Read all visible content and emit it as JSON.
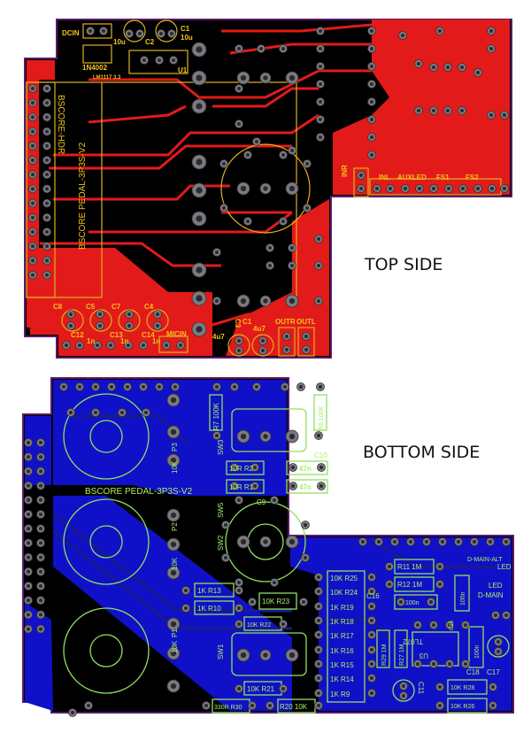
{
  "colors": {
    "top_copper": "#e31a1a",
    "top_board": "#000000",
    "top_silk": "#f2c318",
    "bottom_copper": "#1010c8",
    "bottom_board": "#000000",
    "bottom_silk": "#a8f060",
    "outline": "#5a1a6a",
    "pad": "#7a7a80"
  },
  "top": {
    "side_title": "TOP SIDE",
    "labels": {
      "dcin": "DCIN",
      "c2_val": "10u",
      "c2": "C2",
      "c1": "C1",
      "c1_val": "10u",
      "diode": "1N4002",
      "regulator": "LM1117 3.3",
      "u1": "U1",
      "header": "BSCORE-HDR",
      "board_name": "BSCORE PEDAL-3P3S-V2",
      "c8": "C8",
      "c5": "C5",
      "c7": "C7",
      "c4": "C4",
      "c12": "C12",
      "c13": "C13",
      "c14": "C14",
      "c12_val": "1n",
      "c13_val": "1n",
      "c14_val": "1n",
      "micin": "MICIN",
      "c3_val": "4u7",
      "c3": "C3",
      "c1b": "C1",
      "c1b_val": "4u7",
      "outr": "OUTR",
      "outl": "OUTL",
      "inr": "INR",
      "inl": "INL",
      "auxled": "AUXLED",
      "fs1": "FS1",
      "fs2": "FS2"
    }
  },
  "bottom": {
    "side_title": "BOTTOM SIDE",
    "labels": {
      "r7": "R7 100K",
      "r8": "R8 100K",
      "sw3": "SW3",
      "c10": "C10",
      "r2": "10R R2",
      "r1": "10R R1",
      "c47a": "47n",
      "c47b": "47n",
      "board_name": "BSCORE PEDAL-3P3S-V2",
      "p3": "P3",
      "p3_val": "10K",
      "sw5": "SW5",
      "c9": "C9",
      "p2": "P2",
      "p2_val": "10K",
      "sw2": "SW2",
      "p1": "P1",
      "p1_val": "10K",
      "r13": "1K  R13",
      "r10": "1K    R10",
      "r23": "10K  R23",
      "r22": "10K  R22",
      "sw1": "SW1",
      "r21": "10K  R21",
      "r30": "330R R30",
      "r20": "R20 10K",
      "resistor_column": [
        "10K R25",
        "10K R24",
        "1K  R19",
        "1K  R18",
        "1K  R17",
        "1K  R16",
        "1K  R15",
        "1K  R14",
        "1K   R9"
      ],
      "c16": "C16",
      "r11": "R11   1M",
      "r12": "R12   1M",
      "c16_val": "100n",
      "c15_val": "100n",
      "c15": "C15",
      "d_main_alt": "D-MAIN-ALT",
      "led_alt": "LED",
      "led_main": "LED",
      "d_main": "D-MAIN",
      "r29": "R29  1M",
      "r27": "R27  1M",
      "opamp": "TL072",
      "u3": "U3",
      "c18_val": "100n",
      "c18": "C18",
      "c17": "C17",
      "c11": "C11",
      "r28": "10K R28",
      "r26": "10K R26"
    }
  }
}
